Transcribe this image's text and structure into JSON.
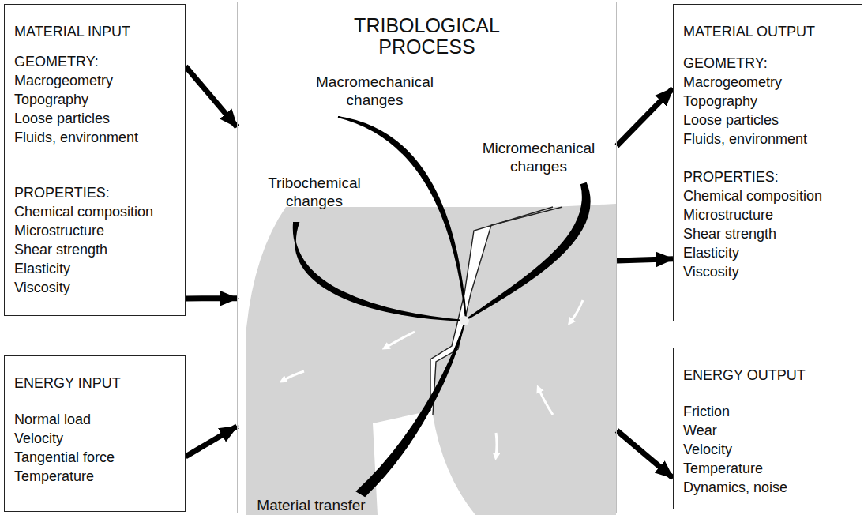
{
  "diagram": {
    "nodes": [
      {
        "text": [
          "MATERIAL INPUT",
          "GEOMETRY:",
          "Macrogeometry",
          "Topography",
          "Loose particles",
          "Fluids, environment",
          "PROPERTIES:",
          "Chemical composition",
          "Microstructure",
          "Shear strength",
          "Elasticity",
          "Viscosity"
        ]
      },
      {
        "text": [
          "TRIBOLOGICAL PROCESS"
        ]
      },
      {
        "text": [
          "MATERIAL OUTPUT",
          "GEOMETRY:",
          "Macrogeometry",
          "Topography",
          "Loose particles",
          "Fluids, environment",
          "PROPERTIES:",
          "Chemical composition",
          "Microstructure",
          "Shear strength",
          "Elasticity",
          "Viscosity"
        ]
      },
      {
        "text": [
          "ENERGY INPUT",
          "Normal load",
          "Velocity",
          "Tangential force",
          "Temperature"
        ]
      },
      {
        "text": [
          "ENERGY OUTPUT",
          "Friction",
          "Wear",
          "Velocity",
          "Temperature",
          "Dynamics, noise"
        ]
      }
    ],
    "edges": [
      {
        "from": 0,
        "to": 1,
        "arrow": "to"
      },
      {
        "from": 0,
        "to": 1,
        "arrow": "to"
      },
      {
        "from": 3,
        "to": 1,
        "arrow": "to"
      },
      {
        "from": 1,
        "to": 2,
        "arrow": "to"
      },
      {
        "from": 1,
        "to": 2,
        "arrow": "to"
      },
      {
        "from": 1,
        "to": 4,
        "arrow": "to"
      }
    ],
    "labels": [
      "Macromechanical changes",
      "Micromechanical changes",
      "Tribochemical changes",
      "Material transfer"
    ]
  }
}
